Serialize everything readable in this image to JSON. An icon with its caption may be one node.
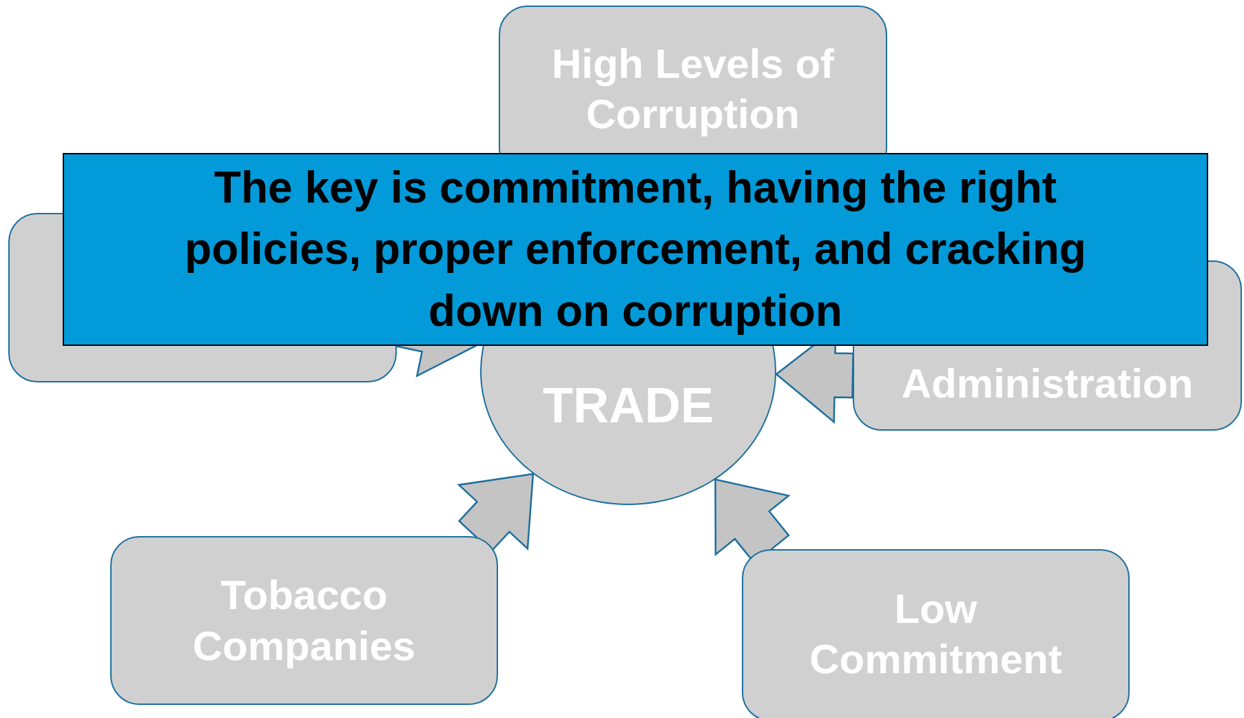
{
  "diagram": {
    "nodes": [
      {
        "text": [
          "High Levels of Corruption"
        ]
      },
      {
        "text": [],
        "shape": "box"
      },
      {
        "text": [
          "TRADE"
        ]
      },
      {
        "text": [
          "Administration"
        ]
      },
      {
        "text": [
          "Tobacco Companies"
        ]
      },
      {
        "text": [
          "Low Commitment"
        ]
      }
    ],
    "edges": [
      {
        "from": 4,
        "to": 2,
        "arrow": "to"
      },
      {
        "from": 5,
        "to": 2,
        "arrow": "to"
      },
      {
        "from": 3,
        "to": 2,
        "arrow": "to"
      },
      {
        "from": 1,
        "to": 2,
        "arrow": "to"
      }
    ],
    "labels": [
      "The key is commitment, having the right policies, proper enforcement, and cracking down on corruption"
    ]
  }
}
